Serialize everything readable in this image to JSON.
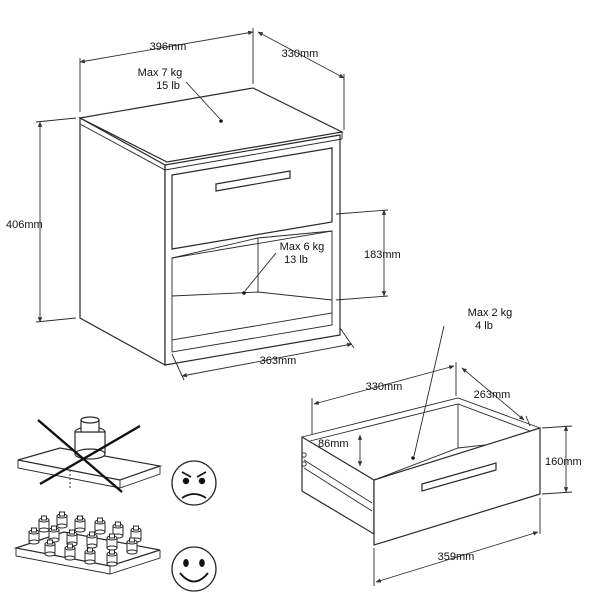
{
  "nightstand": {
    "width_label": "396mm",
    "depth_label": "330mm",
    "height_label": "406mm",
    "shelf_height_label": "183mm",
    "inner_width_label": "363mm",
    "top_load_kg": "Max 7 kg",
    "top_load_lb": "15 lb",
    "shelf_load_kg": "Max 6 kg",
    "shelf_load_lb": "13 lb"
  },
  "drawer": {
    "load_kg": "Max 2 kg",
    "load_lb": "4 lb",
    "depth_label": "330mm",
    "inner_width_label": "263mm",
    "inner_height_label": "86mm",
    "front_height_label": "160mm",
    "front_width_label": "359mm"
  },
  "load_guide": {
    "wrong_face": "sad-face-icon",
    "right_face": "happy-face-icon"
  }
}
